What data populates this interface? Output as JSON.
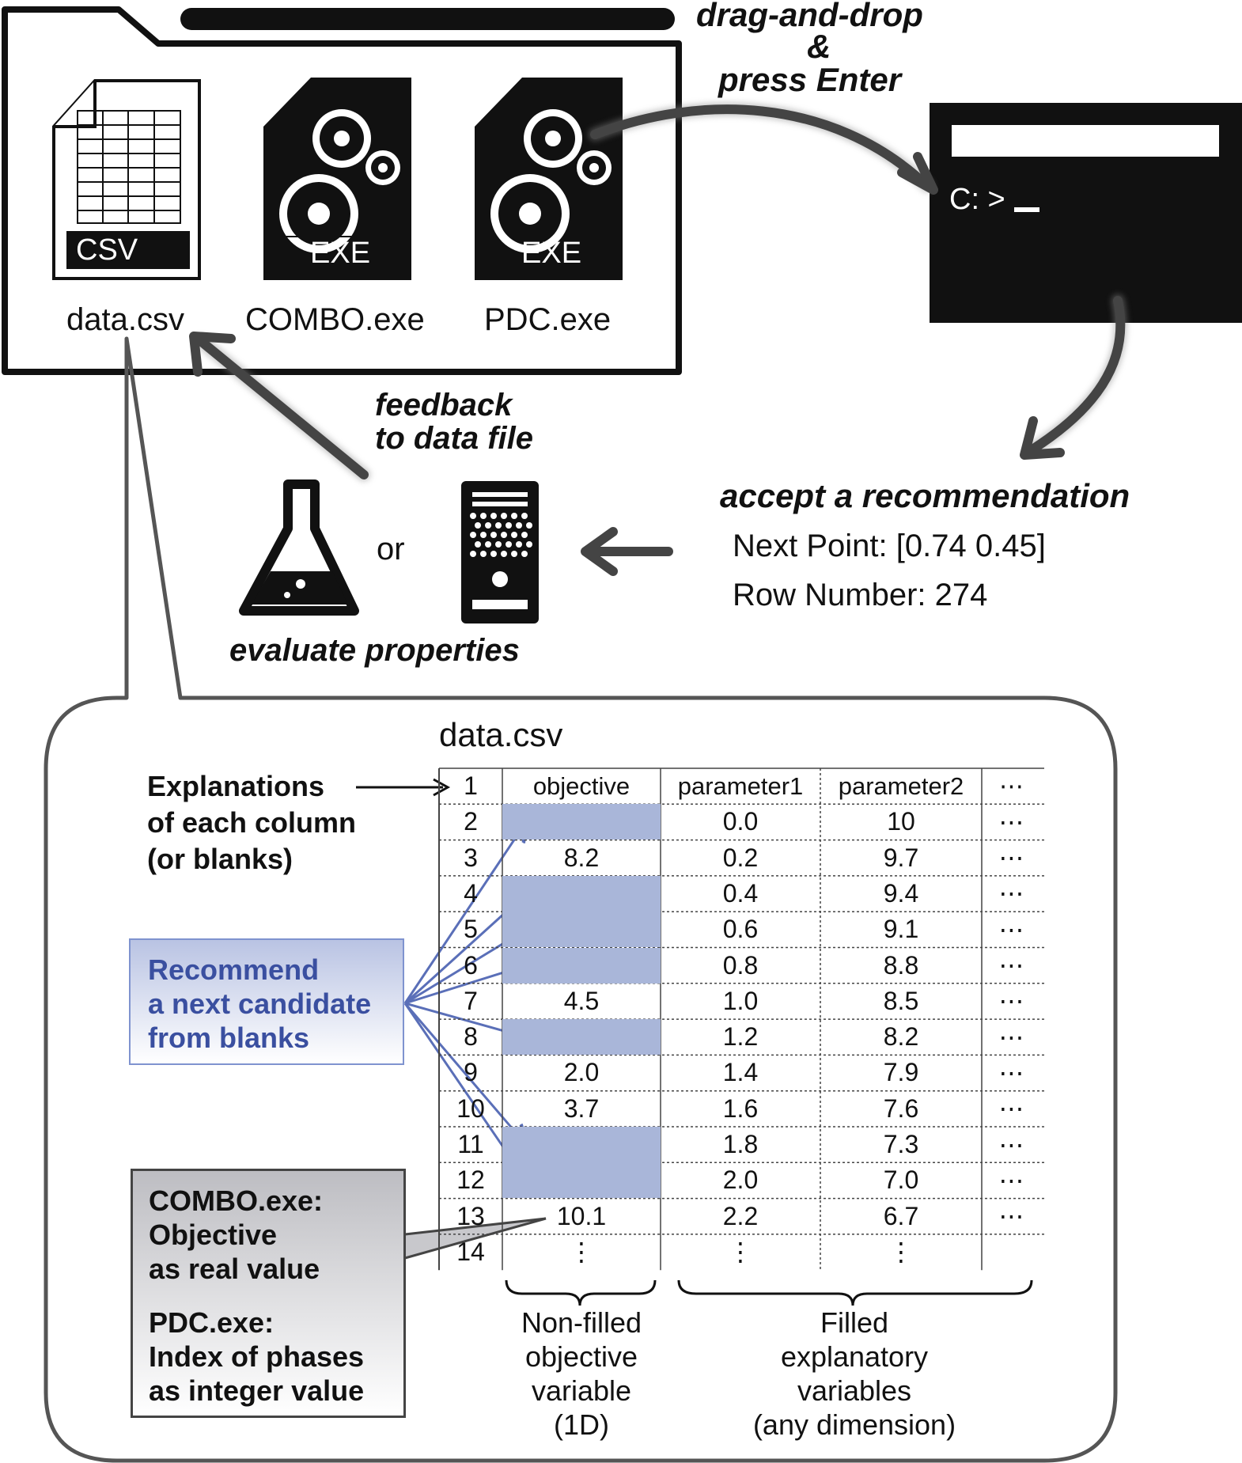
{
  "folder": {
    "files": [
      {
        "name": "data.csv",
        "icon": "csv-file-icon",
        "badge": "CSV"
      },
      {
        "name": "COMBO.exe",
        "icon": "exe-file-icon",
        "badge": "EXE"
      },
      {
        "name": "PDC.exe",
        "icon": "exe-file-icon",
        "badge": "EXE"
      }
    ]
  },
  "steps": {
    "drag": [
      "drag-and-drop",
      "&",
      "press Enter"
    ],
    "terminal_prompt": "C: >",
    "accept": "accept a recommendation",
    "next_point": "Next Point: [0.74 0.45]",
    "row_number": "Row Number: 274",
    "feedback": [
      "feedback",
      "to data file"
    ],
    "or": "or",
    "evaluate": "evaluate properties"
  },
  "csv_view": {
    "title": "data.csv",
    "explanations": [
      "Explanations",
      "of each column",
      "(or blanks)"
    ],
    "recommend": [
      "Recommend",
      "a next candidate",
      "from blanks"
    ],
    "combo_note": [
      "COMBO.exe:",
      "Objective",
      "as real value"
    ],
    "pdc_note": [
      "PDC.exe:",
      "Index of phases",
      "as integer value"
    ],
    "headers": [
      "objective",
      "parameter1",
      "parameter2",
      "⋯"
    ],
    "rows": [
      {
        "n": "2",
        "objective": "",
        "p1": "0.0",
        "p2": "10",
        "more": "⋯"
      },
      {
        "n": "3",
        "objective": "8.2",
        "p1": "0.2",
        "p2": "9.7",
        "more": "⋯"
      },
      {
        "n": "4",
        "objective": "",
        "p1": "0.4",
        "p2": "9.4",
        "more": "⋯"
      },
      {
        "n": "5",
        "objective": "",
        "p1": "0.6",
        "p2": "9.1",
        "more": "⋯"
      },
      {
        "n": "6",
        "objective": "",
        "p1": "0.8",
        "p2": "8.8",
        "more": "⋯"
      },
      {
        "n": "7",
        "objective": "4.5",
        "p1": "1.0",
        "p2": "8.5",
        "more": "⋯"
      },
      {
        "n": "8",
        "objective": "",
        "p1": "1.2",
        "p2": "8.2",
        "more": "⋯"
      },
      {
        "n": "9",
        "objective": "2.0",
        "p1": "1.4",
        "p2": "7.9",
        "more": "⋯"
      },
      {
        "n": "10",
        "objective": "3.7",
        "p1": "1.6",
        "p2": "7.6",
        "more": "⋯"
      },
      {
        "n": "11",
        "objective": "",
        "p1": "1.8",
        "p2": "7.3",
        "more": "⋯"
      },
      {
        "n": "12",
        "objective": "",
        "p1": "2.0",
        "p2": "7.0",
        "more": "⋯"
      },
      {
        "n": "13",
        "objective": "10.1",
        "p1": "2.2",
        "p2": "6.7",
        "more": "⋯"
      },
      {
        "n": "14",
        "objective": "⋮",
        "p1": "⋮",
        "p2": "⋮",
        "more": ""
      }
    ],
    "header_row_num": "1",
    "objective_label": [
      "Non-filled",
      "objective",
      "variable",
      "(1D)"
    ],
    "explanatory_label": [
      "Filled",
      "explanatory",
      "variables",
      "(any dimension)"
    ]
  },
  "colors": {
    "blank_fill": "#a9b6d9",
    "recommend_text": "#3a4fa0",
    "recommend_border": "#7f93cf",
    "arrow_blue": "#5a6fb8"
  }
}
